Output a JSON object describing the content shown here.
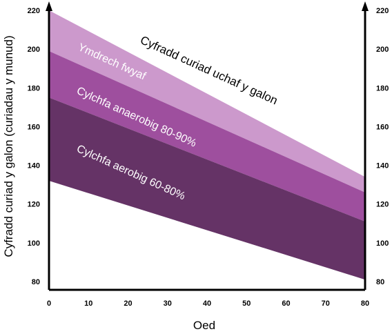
{
  "chart_data": {
    "type": "area",
    "xlabel": "Oed",
    "ylabel": "Cyfradd curiad y galon (curiadau y munud)",
    "xlim": [
      0,
      80
    ],
    "ylim": [
      75,
      225
    ],
    "x_ticks": [
      "0",
      "10",
      "20",
      "30",
      "40",
      "50",
      "60",
      "70",
      "80"
    ],
    "y_ticks": [
      "220",
      "200",
      "180",
      "160",
      "140",
      "120",
      "100",
      "80"
    ],
    "x": [
      0,
      80
    ],
    "max_line": {
      "label": "Cyfradd curiad uchaf y galon",
      "values": [
        220,
        134
      ]
    },
    "series": [
      {
        "name": "Ymdrech fwyaf",
        "upper": [
          220,
          134
        ],
        "lower": [
          199,
          126
        ],
        "color": "#cc99cc",
        "label_color": "#ffffff"
      },
      {
        "name": "Cylchfa anaerobig 80-90%",
        "upper": [
          199,
          126
        ],
        "lower": [
          175,
          111
        ],
        "color": "#9e4f9e",
        "label_color": "#ffffff"
      },
      {
        "name": "Cylchfa aerobig 60-80%",
        "upper": [
          175,
          111
        ],
        "lower": [
          132,
          81
        ],
        "color": "#653366",
        "label_color": "#ffffff"
      }
    ],
    "secondary_y_axis": true,
    "grid": false,
    "legend": "none"
  }
}
